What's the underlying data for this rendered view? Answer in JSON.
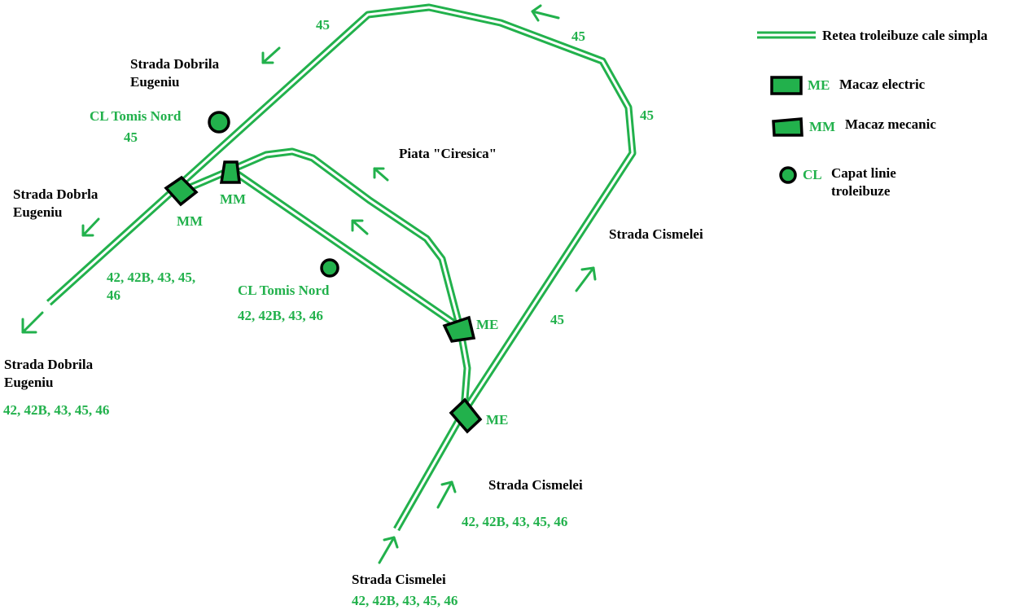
{
  "colors": {
    "track": "#22b14c",
    "track_gap": "#ffffff",
    "text_main": "#000000",
    "text_route": "#22b14c",
    "symbol_outline": "#000000"
  },
  "legend": {
    "track_label": "Retea troleibuze cale simpla",
    "me_abbr": "ME",
    "me_label": "Macaz electric",
    "mm_abbr": "MM",
    "mm_label": "Macaz mecanic",
    "cl_abbr": "CL",
    "cl_label": "Capat linie troleibuze"
  },
  "streets": {
    "dobrila_top": "Strada Dobrila Eugeniu",
    "dobrla_mid": "Strada Dobrla Eugeniu",
    "dobrila_bottom": "Strada Dobrila Eugeniu",
    "piata": "Piata \"Ciresica\"",
    "cismelei_right": "Strada Cismelei",
    "cismelei_mid": "Strada Cismelei",
    "cismelei_bottom": "Strada Cismelei"
  },
  "terminals": {
    "top_name": "CL Tomis Nord",
    "top_routes": "45",
    "mid_name": "CL Tomis Nord",
    "mid_routes": "42, 42B, 43, 46"
  },
  "routes": {
    "top_left": "45",
    "top_right": "45",
    "right_upper": "45",
    "right_lower": "45",
    "left_diag": "42, 42B, 43, 45, 46",
    "bottom_left": "42, 42B, 43, 45, 46",
    "bottom_right": "42, 42B, 43, 45, 46",
    "bottom_center": "42, 42B, 43, 45, 46"
  },
  "switches": {
    "mm_left": "MM",
    "mm_top": "MM",
    "me_upper": "ME",
    "me_lower": "ME"
  }
}
